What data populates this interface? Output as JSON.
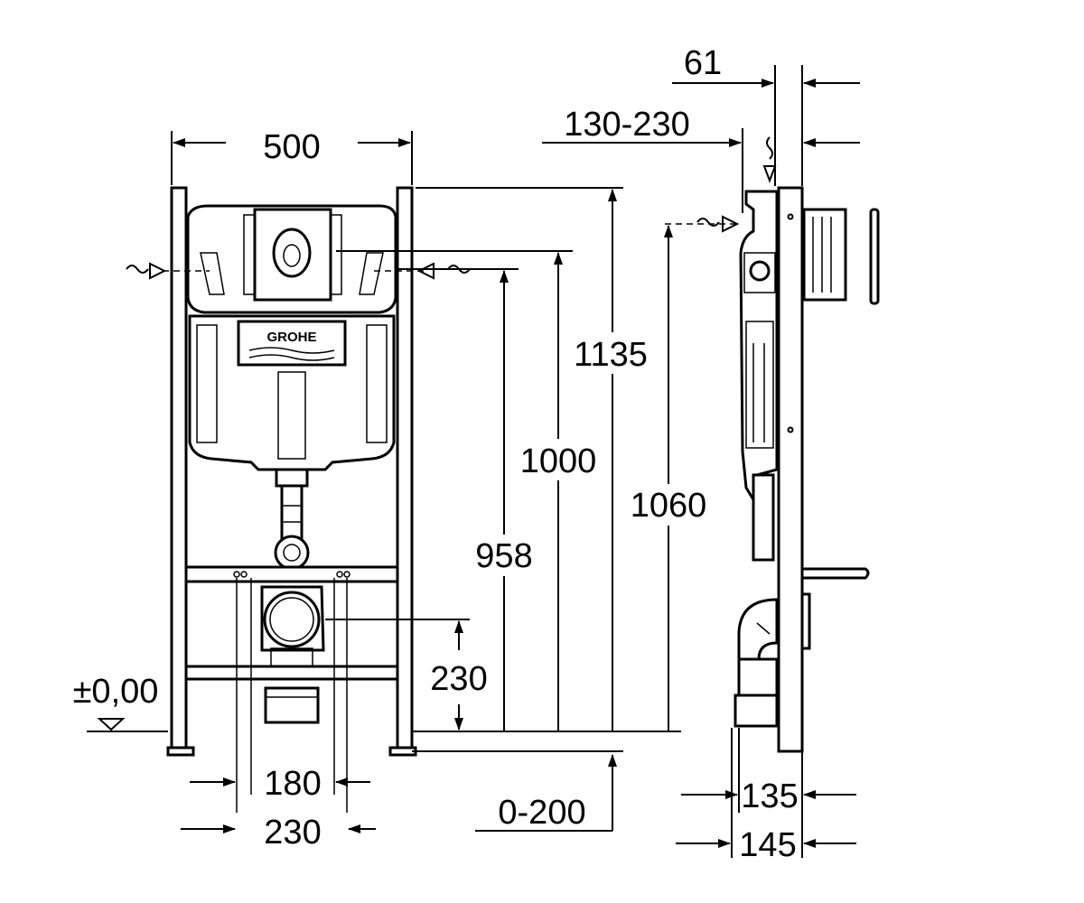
{
  "front_view": {
    "width_label": "500",
    "height_total_label": "1135",
    "height_flush_label": "1000",
    "height_supply_label": "958",
    "drain_height_label": "230",
    "floor_level_label": "±0,00",
    "bolt_spacing_inner_label": "180",
    "bolt_spacing_outer_label": "230",
    "leg_adjust_label": "0-200",
    "brand_mark": "GROHE"
  },
  "side_view": {
    "frame_depth_label": "61",
    "wall_offset_label": "130-230",
    "supply_height_label": "1060",
    "depth_lower_label": "135",
    "depth_total_label": "145"
  },
  "colors": {
    "line": "#000000",
    "background": "#ffffff"
  }
}
